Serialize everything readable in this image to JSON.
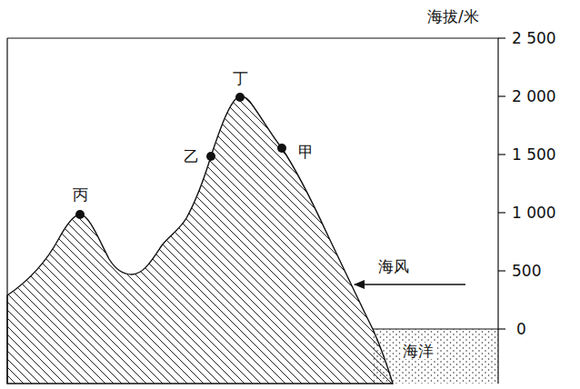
{
  "diagram": {
    "labels": [
      "海拔/米",
      "2 500",
      "2 000",
      "1 500",
      "1 000",
      "500",
      "0",
      "丁",
      "乙",
      "甲",
      "丙",
      "海风",
      "海洋"
    ]
  }
}
